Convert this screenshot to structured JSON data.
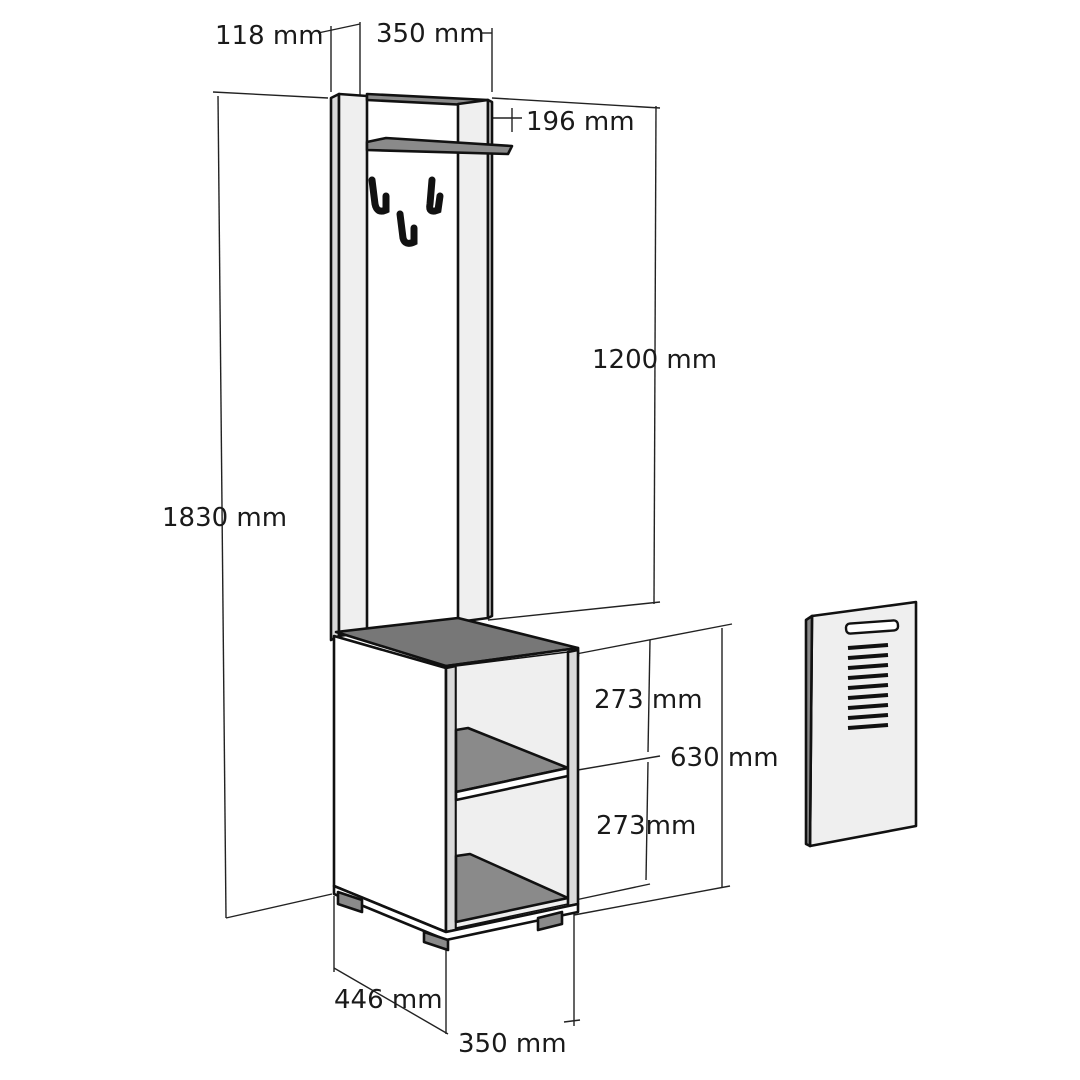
{
  "labels": {
    "depth_top": "118 mm",
    "width_top": "350 mm",
    "shelf_depth": "196 mm",
    "panel_height": "1200 mm",
    "total_height": "1830 mm",
    "upper_shelf": "273 mm",
    "cabinet_height": "630 mm",
    "lower_shelf": "273mm",
    "base_depth": "446 mm",
    "base_width": "350 mm"
  },
  "colors": {
    "line": "#111111",
    "face_light": "#efefef",
    "face_mid": "#d9d9d9",
    "face_dark": "#8a8a8a",
    "top_surface": "#777777",
    "white": "#ffffff"
  }
}
